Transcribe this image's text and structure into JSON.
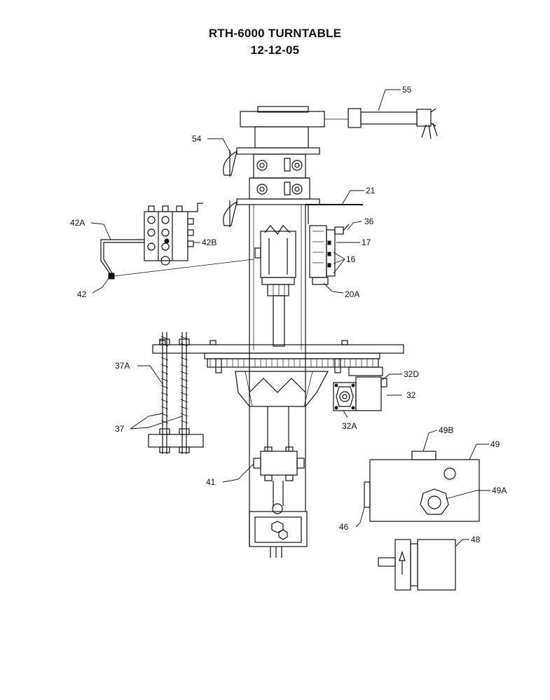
{
  "header": {
    "title": "RTH-6000 TURNTABLE",
    "date": "12-12-05"
  },
  "callouts": {
    "c55": "55",
    "c54": "54",
    "c21": "21",
    "c42A": "42A",
    "c36": "36",
    "c17": "17",
    "c42B": "42B",
    "c16": "16",
    "c42": "42",
    "c20A": "20A",
    "c37A": "37A",
    "c32D": "32D",
    "c32": "32",
    "c37": "37",
    "c32A": "32A",
    "c49B": "49B",
    "c49": "49",
    "c41": "41",
    "c49A": "49A",
    "c46": "46",
    "c48": "48"
  }
}
